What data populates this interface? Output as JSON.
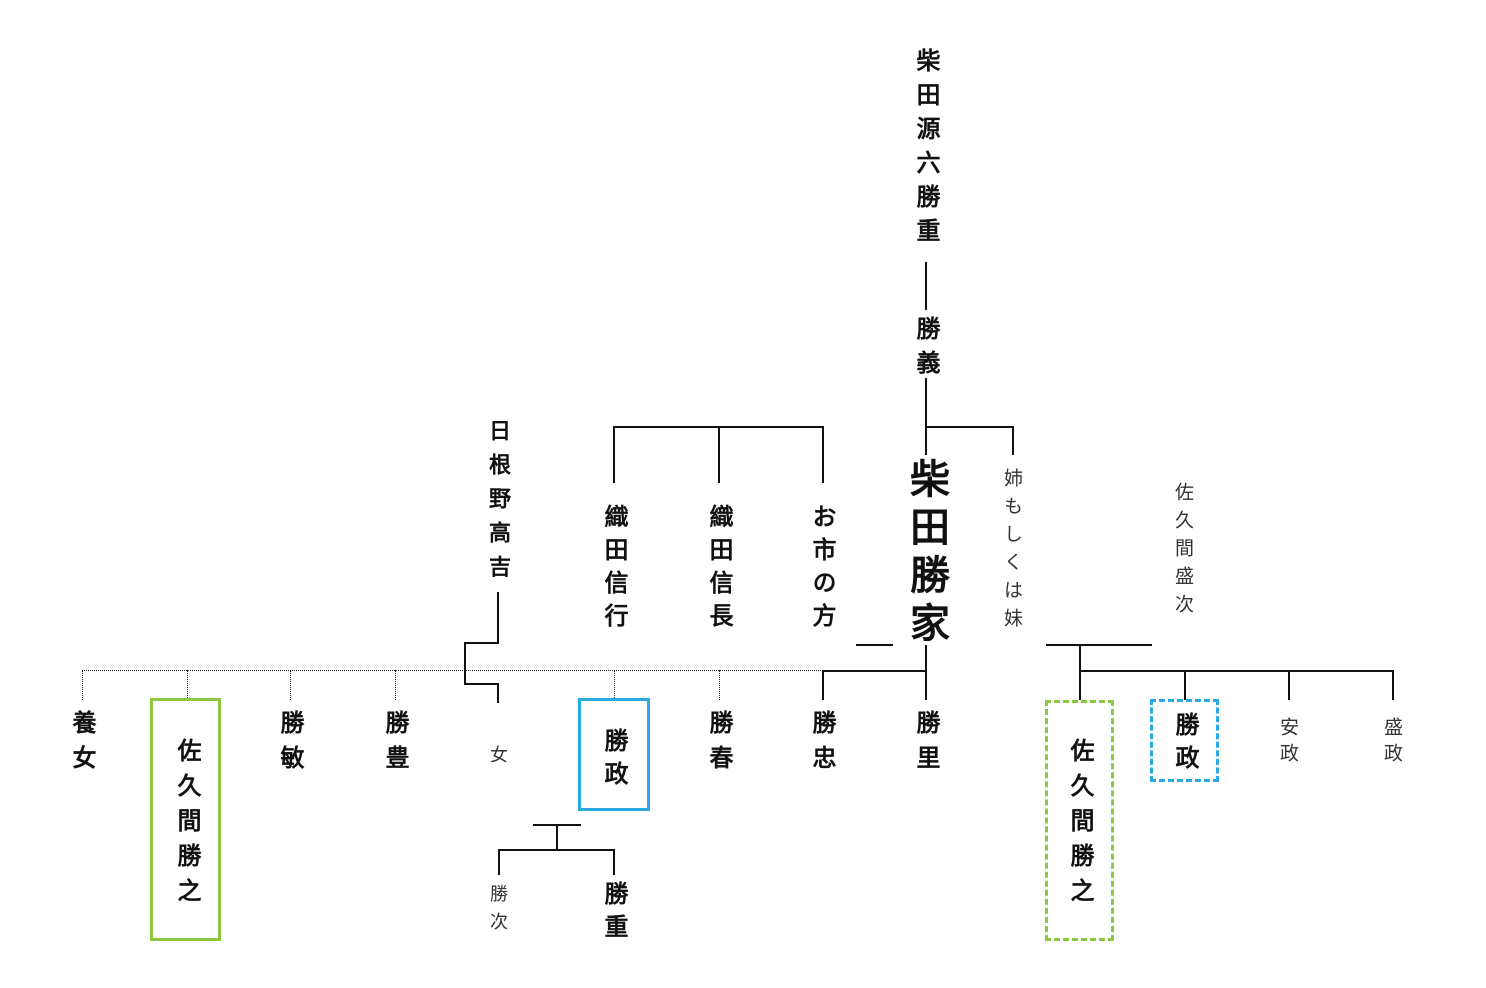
{
  "colors": {
    "green": "#8dc63f",
    "blue": "#29abe2",
    "line": "#111111"
  },
  "ancestors": {
    "founder": "柴田源六勝重",
    "father": "勝義"
  },
  "main_person": "柴田勝家",
  "sibling": "姉もしくは妹",
  "sibling_spouse": "佐久間盛次",
  "oda": {
    "nobuyuki": "織田信行",
    "nobunaga": "織田信長",
    "oichi": "お市の方"
  },
  "hineno": "日根野高吉",
  "children": {
    "yojo": "養女",
    "katsuyuki": "佐久間勝之",
    "katsutoshi": "勝敏",
    "katsutoyo": "勝豊",
    "daughter": "女",
    "katsumasa": "勝政",
    "katsuharu": "勝春",
    "katsutada": "勝忠",
    "katsusato": "勝里"
  },
  "grandchildren": {
    "katsutsugu": "勝次",
    "katsushige": "勝重"
  },
  "sakuma_children": {
    "katsuyuki": "佐久間勝之",
    "katsumasa": "勝政",
    "yasumasa": "安政",
    "morimasa": "盛政"
  }
}
